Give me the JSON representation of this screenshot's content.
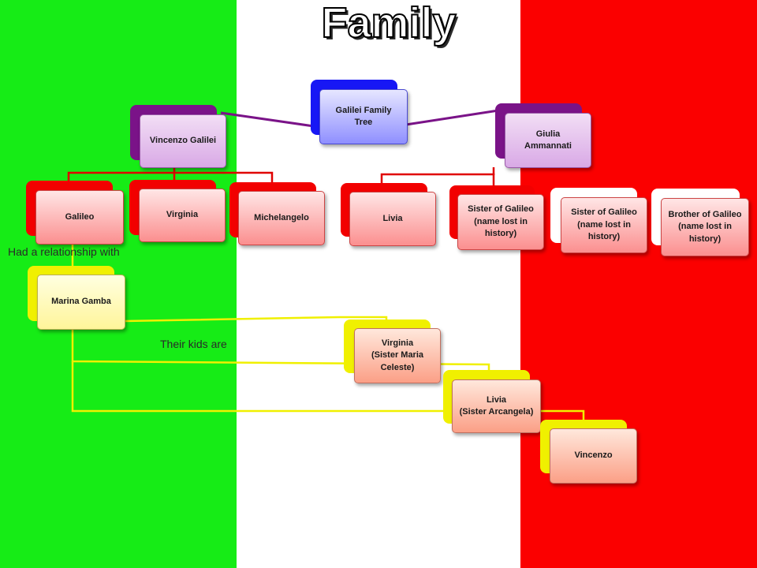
{
  "title": "Family",
  "root": {
    "line1": "Galilei  Family",
    "line2": "Tree"
  },
  "father": {
    "label": "Vincenzo Galilei"
  },
  "mother": {
    "line1": "Giulia",
    "line2": "Ammannati"
  },
  "father_children": [
    {
      "label": "Galileo"
    },
    {
      "label": "Virginia"
    },
    {
      "label": "Michelangelo"
    }
  ],
  "mother_children": [
    {
      "line1": "Livia"
    },
    {
      "line1": "Sister of Galileo",
      "line2": "(name lost in",
      "line3": "history)"
    },
    {
      "line1": "Sister of Galileo",
      "line2": "(name lost in",
      "line3": "history)"
    },
    {
      "line1": "Brother of Galileo",
      "line2": "(name lost in",
      "line3": "history)"
    }
  ],
  "relationship_label": "Had a relationship with",
  "partner": {
    "label": "Marina  Gamba"
  },
  "kids_label": "Their kids are",
  "kids": [
    {
      "line1": "Virginia",
      "line2": "(Sister Maria",
      "line3": "Celeste)"
    },
    {
      "line1": "Livia",
      "line2": "(Sister Arcangela)"
    },
    {
      "line1": "Vincenzo"
    }
  ],
  "colors": {
    "flag_green": "#16ec16",
    "flag_white": "#ffffff",
    "flag_red": "#fb0000",
    "parent_link": "#7a1388",
    "child_link": "#e00000",
    "kids_link": "#f0f000"
  }
}
